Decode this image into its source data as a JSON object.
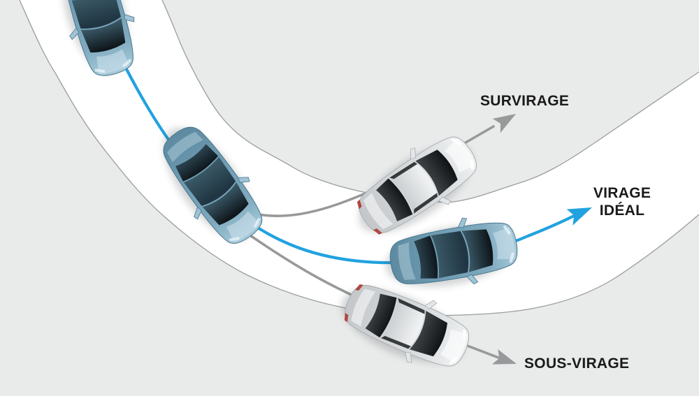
{
  "diagram": {
    "type": "driving-dynamics-cornering",
    "labels": {
      "oversteer": "SURVIRAGE",
      "ideal_line1": "VIRAGE",
      "ideal_line2": "IDÉAL",
      "understeer": "SOUS-VIRAGE"
    },
    "cars": [
      {
        "role": "corner-entry",
        "color": "blue"
      },
      {
        "role": "corner-apex",
        "color": "blue"
      },
      {
        "role": "oversteer",
        "color": "silver"
      },
      {
        "role": "ideal-exit",
        "color": "blue"
      },
      {
        "role": "understeer",
        "color": "silver"
      }
    ],
    "colors": {
      "background": "#E9EAEA",
      "road": "#FFFFFF",
      "road_edge": "#9A9C9E",
      "path_blue": "#21A2E0",
      "path_gray": "#97999A",
      "label_text": "#1A1A1A",
      "car_blue": "#7FA9BE",
      "car_silver": "#DCDFE1"
    }
  }
}
